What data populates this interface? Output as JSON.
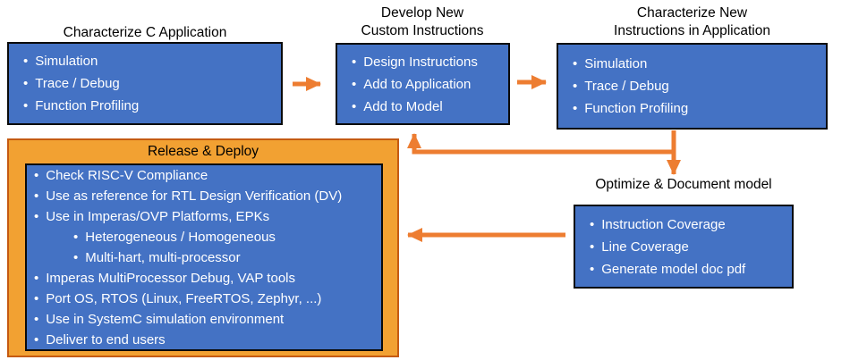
{
  "colors": {
    "box_fill": "#4472C4",
    "box_border": "#0a0a0a",
    "panel_fill": "#F2A132",
    "panel_border": "#C55A11",
    "arrow": "#ED7D31",
    "title_text": "#000000",
    "item_text": "#FFFFFF"
  },
  "glyphs": {
    "bullet": "•"
  },
  "nodes": [
    {
      "title_lines": [
        "Characterize C Application"
      ],
      "items": [
        "Simulation",
        "Trace / Debug",
        "Function Profiling"
      ]
    },
    {
      "title_lines": [
        "Develop New",
        "Custom Instructions"
      ],
      "items": [
        "Design Instructions",
        "Add to Application",
        "Add to Model"
      ]
    },
    {
      "title_lines": [
        "Characterize New",
        "Instructions in Application"
      ],
      "items": [
        "Simulation",
        "Trace / Debug",
        "Function Profiling"
      ]
    },
    {
      "title_lines": [
        "Optimize & Document model"
      ],
      "items": [
        "Instruction Coverage",
        "Line Coverage",
        "Generate model doc pdf"
      ]
    }
  ],
  "release_panel": {
    "title": "Release & Deploy",
    "items": [
      "Check RISC-V Compliance",
      "Use as reference for RTL Design Verification (DV)",
      "Use in Imperas/OVP Platforms, EPKs",
      "Heterogeneous / Homogeneous",
      "Multi-hart, multi-processor",
      "Imperas MultiProcessor Debug, VAP tools",
      "Port OS, RTOS (Linux, FreeRTOS, Zephyr, ...)",
      "Use in SystemC simulation environment",
      "Deliver to end users"
    ]
  }
}
